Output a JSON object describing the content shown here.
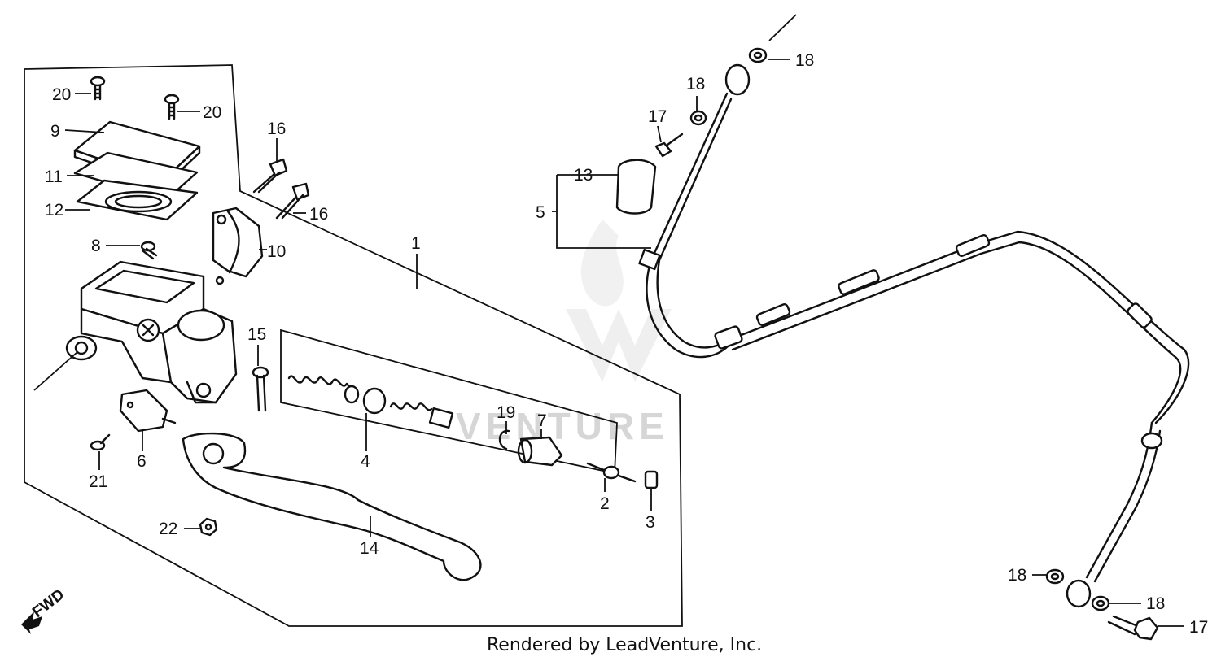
{
  "diagram": {
    "footer": "Rendered by LeadVenture, Inc.",
    "watermark": "VENTURE",
    "direction_marker": "FWD",
    "callouts": {
      "c1": "1",
      "c2": "2",
      "c3": "3",
      "c4": "4",
      "c5": "5",
      "c6": "6",
      "c7": "7",
      "c8": "8",
      "c9": "9",
      "c10": "10",
      "c11": "11",
      "c12": "12",
      "c13": "13",
      "c14": "14",
      "c15": "15",
      "c16a": "16",
      "c16b": "16",
      "c17a": "17",
      "c17b": "17",
      "c18a": "18",
      "c18b": "18",
      "c18c": "18",
      "c18d": "18",
      "c19": "19",
      "c20a": "20",
      "c20b": "20",
      "c21": "21",
      "c22": "22"
    }
  }
}
